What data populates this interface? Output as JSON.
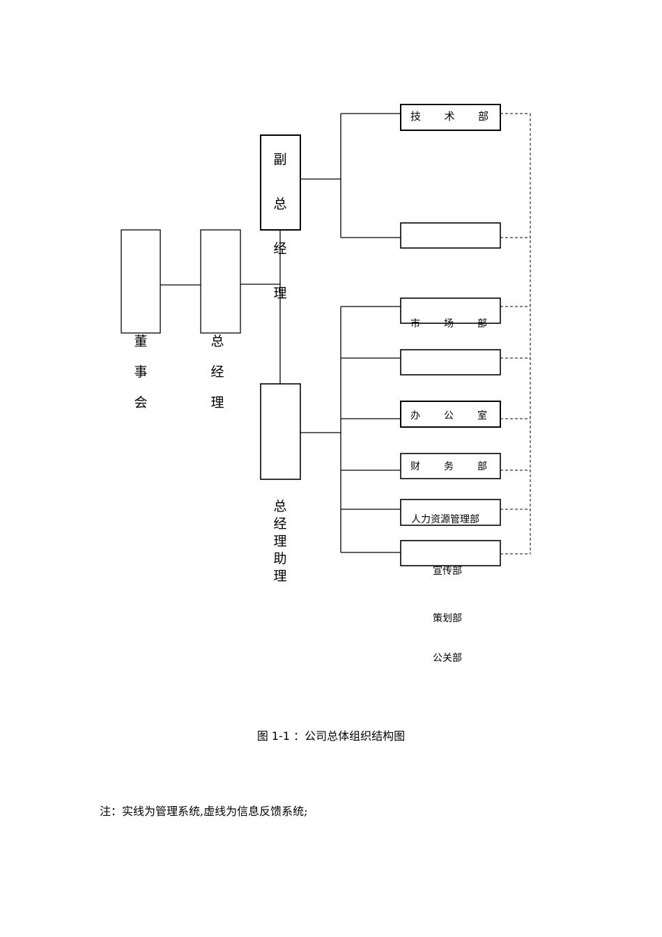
{
  "nodes": {
    "board": {
      "label": "董事会"
    },
    "ceo": {
      "label": "总经理"
    },
    "vp": {
      "label": "副总经理"
    },
    "assistant": {
      "label": "总经理助理"
    }
  },
  "departments": {
    "tech": "技术部",
    "market": "市场部",
    "office": "办公室",
    "finance": "财务部",
    "hr": "人力资源管理部",
    "publicity": "宣传部",
    "planning": "策划部",
    "pr": "公关部"
  },
  "caption": "图 1-1 ：公司总体组织结构图",
  "note": "注：实线为管理系统,虚线为信息反馈系统;",
  "colors": {
    "line": "#000000",
    "box_border": "#222222"
  }
}
